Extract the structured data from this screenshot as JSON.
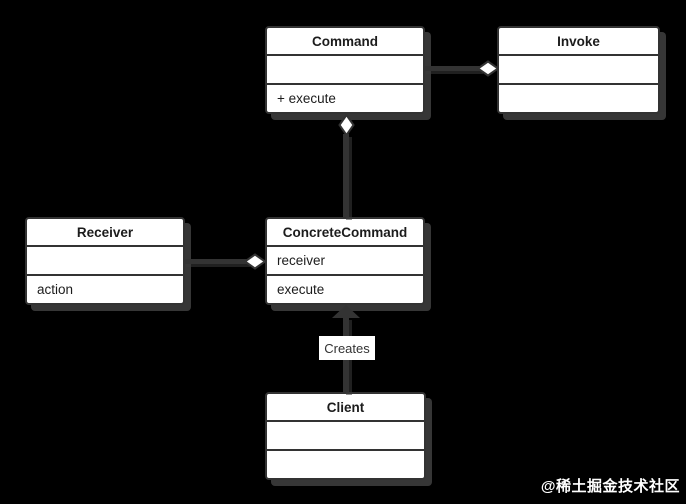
{
  "classes": {
    "command": {
      "name": "Command",
      "attributes": "",
      "operations": "+ execute"
    },
    "invoke": {
      "name": "Invoke",
      "attributes": "",
      "operations": ""
    },
    "receiver": {
      "name": "Receiver",
      "attributes": "",
      "operations": "action"
    },
    "concrete_command": {
      "name": "ConcreteCommand",
      "attributes": "receiver",
      "operations": "execute"
    },
    "client": {
      "name": "Client",
      "attributes": "",
      "operations": ""
    }
  },
  "connectors": {
    "creates_label": "Creates"
  },
  "relationships": [
    {
      "from": "Command",
      "to": "Invoke",
      "type": "aggregation",
      "diamond_at": "Invoke"
    },
    {
      "from": "ConcreteCommand",
      "to": "Command",
      "type": "aggregation",
      "diamond_at": "Command"
    },
    {
      "from": "Receiver",
      "to": "ConcreteCommand",
      "type": "aggregation",
      "diamond_at": "ConcreteCommand"
    },
    {
      "from": "Client",
      "to": "ConcreteCommand",
      "type": "dependency-arrow",
      "label": "Creates",
      "arrow_at": "ConcreteCommand"
    }
  ],
  "watermark": {
    "text": "@稀土掘金技术社区"
  },
  "colors": {
    "background": "#000000",
    "box_fill": "#ffffff",
    "stroke": "#333333",
    "shadow": "#363636",
    "text": "#1c1c1c",
    "watermark": "#ffffff"
  }
}
